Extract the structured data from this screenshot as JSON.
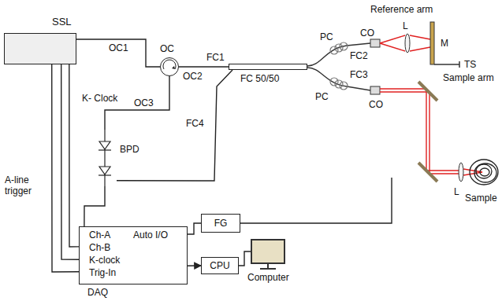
{
  "diagram": {
    "nodes": [
      {
        "text": [
          "SSL"
        ]
      },
      {
        "text": [
          "OC"
        ]
      },
      {
        "text": [
          "FC 50/50"
        ]
      },
      {
        "text": [
          "BPD"
        ]
      },
      {
        "text": [
          "Ch-A",
          "Auto I/O",
          "Ch-B",
          "K-clock",
          "Trig-In",
          "DAQ"
        ]
      },
      {
        "text": [
          "FG"
        ]
      },
      {
        "text": [
          "CPU"
        ]
      },
      {
        "text": [
          "Computer"
        ]
      }
    ],
    "edges": [
      {
        "from": 0,
        "to": 1,
        "arrow": "none"
      },
      {
        "from": 1,
        "to": 2,
        "arrow": "none"
      },
      {
        "from": 1,
        "to": 3,
        "arrow": "none"
      },
      {
        "from": 2,
        "to": 3,
        "arrow": "none"
      },
      {
        "from": 3,
        "to": 4,
        "arrow": "none"
      },
      {
        "from": 0,
        "to": 4,
        "arrow": "none"
      },
      {
        "from": 0,
        "to": 4,
        "arrow": "none"
      },
      {
        "from": 0,
        "to": 4,
        "arrow": "none"
      },
      {
        "from": 4,
        "to": 5,
        "arrow": "none"
      },
      {
        "from": 4,
        "to": 6,
        "arrow": "to"
      },
      {
        "from": 6,
        "to": 7,
        "arrow": "none"
      }
    ],
    "labels": [
      "OC1",
      "OC2",
      "OC3",
      "FC1",
      "FC4",
      "K- Clock",
      "A-line trigger",
      "Reference arm",
      "PC",
      "FC2",
      "CO",
      "L",
      "M",
      "TS",
      "PC",
      "FC3",
      "CO",
      "Sample arm",
      "L",
      "Sample"
    ]
  }
}
